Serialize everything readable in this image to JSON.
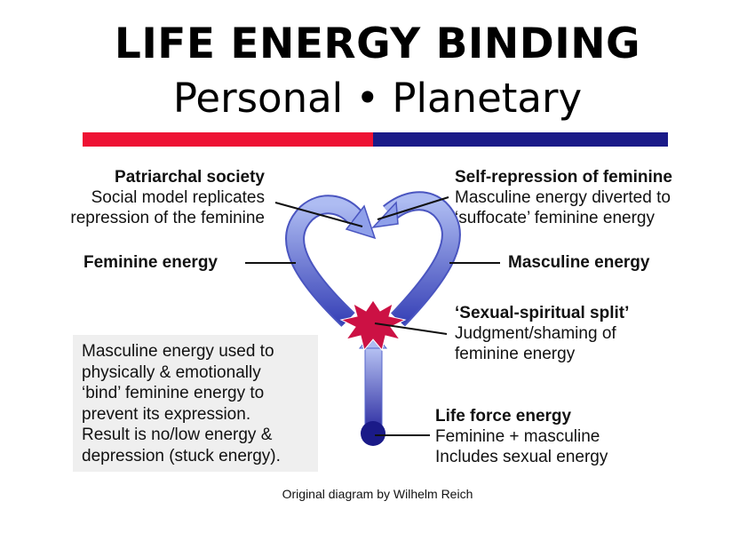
{
  "title": "LIFE ENERGY BINDING",
  "subtitle": "Personal • Planetary",
  "colors": {
    "red_bar": "#ee1133",
    "blue_bar": "#1a1a88",
    "star": "#cc1144",
    "node": "#1a1a88",
    "arrow": "#7f8fe0"
  },
  "labels": {
    "patriarchal": {
      "heading": "Patriarchal society",
      "line1": "Social model replicates",
      "line2": "repression of the feminine"
    },
    "self_repression": {
      "heading": "Self-repression of feminine",
      "line1": "Masculine energy diverted to",
      "line2": "‘suffocate’ feminine energy"
    },
    "feminine": {
      "heading": "Feminine energy"
    },
    "masculine": {
      "heading": "Masculine energy"
    },
    "split": {
      "heading": "‘Sexual-spiritual split’",
      "line1": "Judgment/shaming of",
      "line2": "feminine energy"
    },
    "life_force": {
      "heading": "Life force energy",
      "line1": "Feminine + masculine",
      "line2": "Includes sexual energy"
    }
  },
  "infobox": {
    "lines": [
      "Masculine energy used to",
      "physically & emotionally",
      "‘bind’ feminine energy to",
      "prevent its expression.",
      "Result is no/low energy &",
      "depression (stuck energy)."
    ]
  },
  "credit": "Original diagram by Wilhelm Reich"
}
